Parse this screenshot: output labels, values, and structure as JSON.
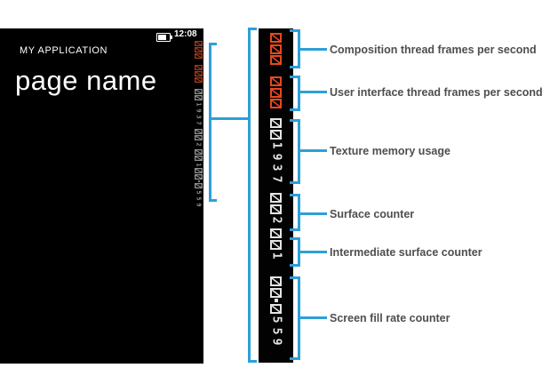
{
  "phone": {
    "status_time": "12:08",
    "app_title": "MY APPLICATION",
    "page_title": "page name"
  },
  "counters": {
    "groups": [
      {
        "id": "composition-fps",
        "value": "000",
        "tone": "red"
      },
      {
        "id": "ui-fps",
        "value": "000",
        "tone": "red"
      },
      {
        "id": "texture-memory",
        "value": "001937",
        "tone": "light"
      },
      {
        "id": "surface-counter",
        "value": "002",
        "tone": "light"
      },
      {
        "id": "intermediate-surface-counter",
        "value": "001",
        "tone": "light"
      },
      {
        "id": "screen-fill-rate",
        "value": "00.0559",
        "tone": "light"
      }
    ]
  },
  "callouts": [
    {
      "label": "Composition thread frames per second"
    },
    {
      "label": "User interface thread frames per second"
    },
    {
      "label": "Texture memory usage"
    },
    {
      "label": "Surface counter"
    },
    {
      "label": "Intermediate surface counter"
    },
    {
      "label": "Screen fill rate counter"
    }
  ],
  "colors": {
    "callout_blue": "#2D9FD8",
    "counter_red": "#E8471E",
    "counter_red_dim": "#A83818",
    "counter_light": "#E4E4E4",
    "counter_gray": "#909090",
    "label_text": "#4E4E50",
    "phone_background": "#000000"
  }
}
